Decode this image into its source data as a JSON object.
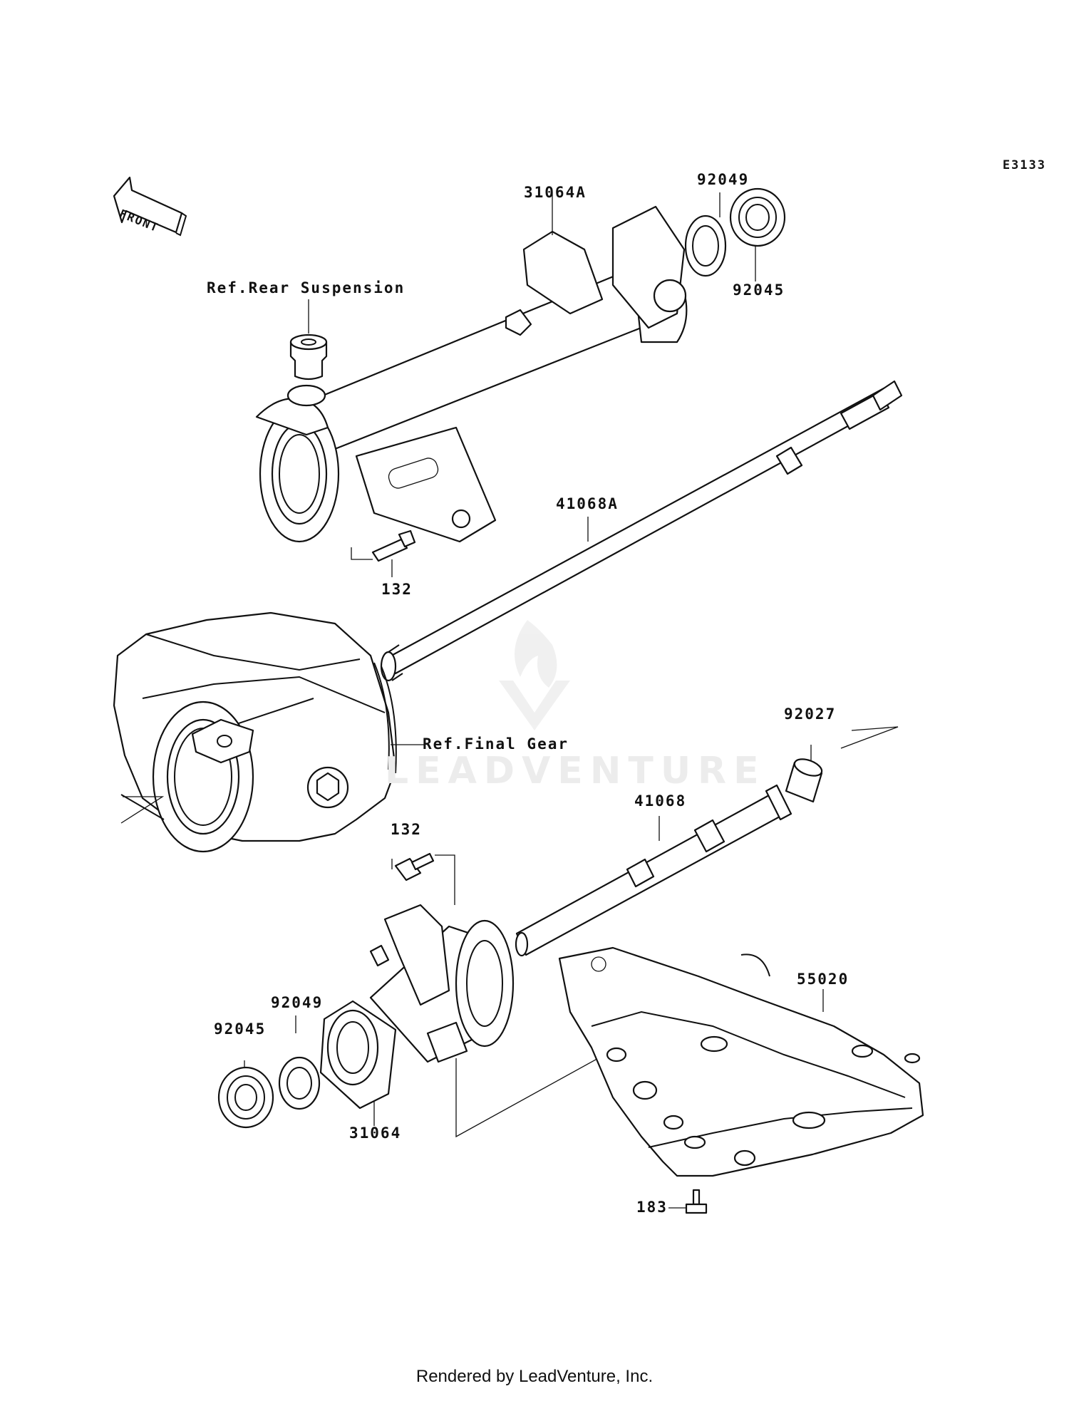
{
  "diagram": {
    "code": "E3133",
    "front_arrow_text": "FRONT",
    "footer": "Rendered by LeadVenture, Inc.",
    "watermark": "LEADVENTURE",
    "labels": {
      "part_31064A": "31064A",
      "part_92049_top": "92049",
      "part_92045_top": "92045",
      "ref_rear_suspension": "Ref.Rear Suspension",
      "part_41068A": "41068A",
      "part_132_top": "132",
      "ref_final_gear": "Ref.Final Gear",
      "part_92027": "92027",
      "part_41068": "41068",
      "part_132_bottom": "132",
      "part_55020": "55020",
      "part_92049_bottom": "92049",
      "part_92045_bottom": "92045",
      "part_31064": "31064",
      "part_183": "183"
    }
  }
}
